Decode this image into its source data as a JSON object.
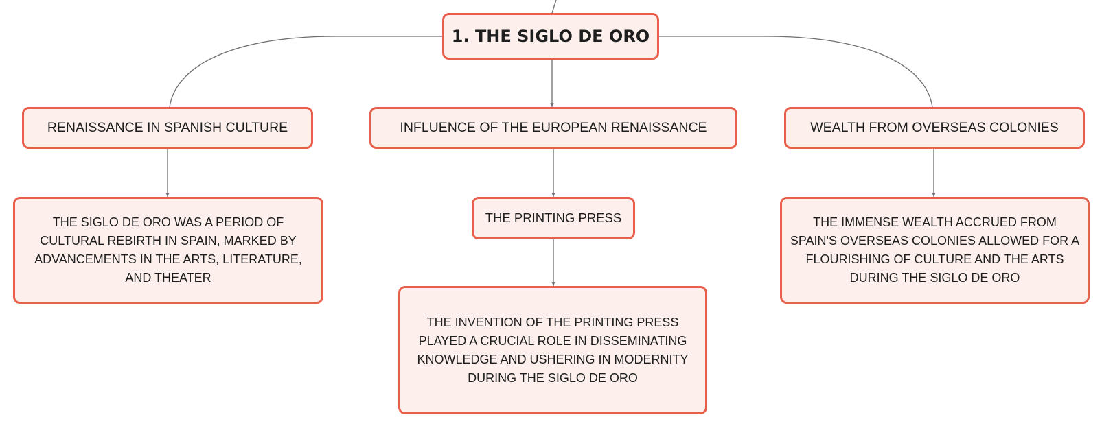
{
  "colors": {
    "node_border": "#e8604c",
    "node_fill": "#fdf0ec",
    "connector": "#6e6e6e",
    "text": "#1e1e1e"
  },
  "root": {
    "label": "1. THE SIGLO DE ORO"
  },
  "branches": [
    {
      "label": "RENAISSANCE IN SPANISH CULTURE",
      "children": [
        {
          "label": "THE SIGLO DE ORO WAS A PERIOD OF CULTURAL REBIRTH IN SPAIN, MARKED BY ADVANCEMENTS IN THE ARTS, LITERATURE, AND THEATER"
        }
      ]
    },
    {
      "label": "INFLUENCE OF THE EUROPEAN RENAISSANCE",
      "children": [
        {
          "label": "THE PRINTING PRESS",
          "children": [
            {
              "label": "THE INVENTION OF THE PRINTING PRESS PLAYED A CRUCIAL ROLE IN DISSEMINATING KNOWLEDGE AND USHERING IN MODERNITY DURING THE SIGLO DE ORO"
            }
          ]
        }
      ]
    },
    {
      "label": "WEALTH FROM OVERSEAS COLONIES",
      "children": [
        {
          "label": "THE IMMENSE WEALTH ACCRUED FROM SPAIN'S OVERSEAS COLONIES ALLOWED FOR A FLOURISHING OF CULTURE AND THE ARTS DURING THE SIGLO DE ORO"
        }
      ]
    }
  ]
}
